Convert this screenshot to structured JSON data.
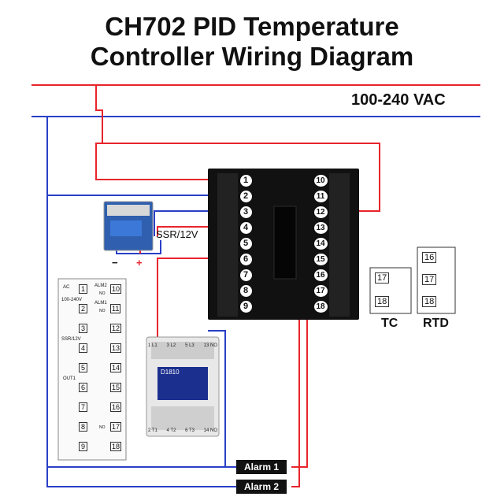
{
  "title_line1": "CH702 PID Temperature",
  "title_line2": "Controller Wiring Diagram",
  "supply_label": "100-240 VAC",
  "ssr_label": "SSR/12V",
  "ssr_minus": "−",
  "ssr_plus": "+",
  "alarm1_label": "Alarm 1",
  "alarm2_label": "Alarm 2",
  "tc_label": "TC",
  "rtd_label": "RTD",
  "controller_terminals_left": [
    "1",
    "2",
    "3",
    "4",
    "5",
    "6",
    "7",
    "8",
    "9"
  ],
  "controller_terminals_right": [
    "10",
    "11",
    "12",
    "13",
    "14",
    "15",
    "16",
    "17",
    "18"
  ],
  "tc_terminals": [
    "17",
    "18"
  ],
  "rtd_terminals": [
    "16",
    "17",
    "18"
  ],
  "contactor_top": [
    "1 L1",
    "3 L2",
    "5 L3",
    "13 NO"
  ],
  "contactor_bottom": [
    "2 T1",
    "4 T2",
    "6 T3",
    "14 NO"
  ],
  "contactor_model": "D1810",
  "legend": {
    "left_terminals": [
      "1",
      "2",
      "3",
      "4",
      "5",
      "6",
      "7",
      "8",
      "9"
    ],
    "right_terminals": [
      "10",
      "11",
      "12",
      "13",
      "14",
      "15",
      "16",
      "17",
      "18"
    ],
    "texts": [
      "AC",
      "100-240V",
      "SSR/12V",
      "OUT1",
      "ALM2",
      "ALM1",
      "NO",
      "NO",
      "NO"
    ]
  },
  "colors": {
    "live": "#e8242b",
    "neutral": "#2a3fc7",
    "wire_dark": "#111111"
  }
}
